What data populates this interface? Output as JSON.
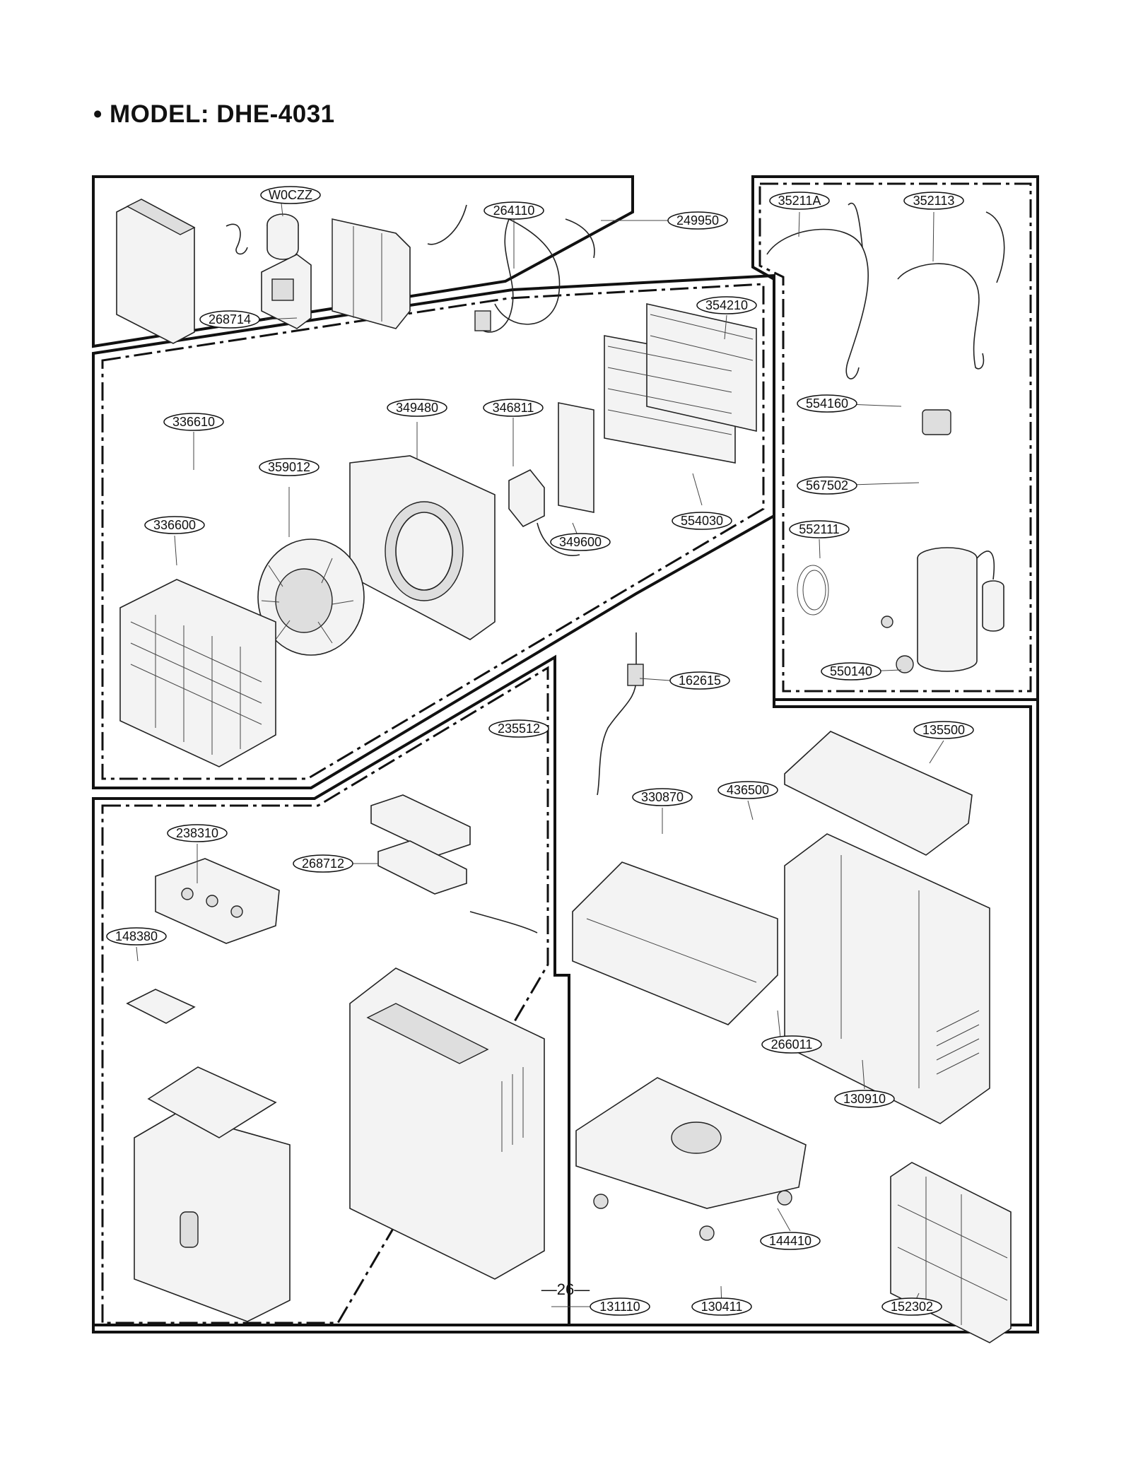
{
  "title": "• MODEL: DHE-4031",
  "page_number": "—26—",
  "part_labels": {
    "W0CZZ": "W0CZZ",
    "264110": "264110",
    "249950": "249950",
    "268714": "268714",
    "35211A": "35211A",
    "352113": "352113",
    "354210": "354210",
    "554160": "554160",
    "567502": "567502",
    "552111": "552111",
    "550140": "550140",
    "336610": "336610",
    "349480": "349480",
    "346811": "346811",
    "359012": "359012",
    "336600": "336600",
    "554030": "554030",
    "349600": "349600",
    "162615": "162615",
    "235512": "235512",
    "135500": "135500",
    "436500": "436500",
    "330870": "330870",
    "238310": "238310",
    "268712": "268712",
    "148380": "148380",
    "266011": "266011",
    "130910": "130910",
    "144410": "144410",
    "131110": "131110",
    "130411": "130411",
    "152302": "152302"
  }
}
